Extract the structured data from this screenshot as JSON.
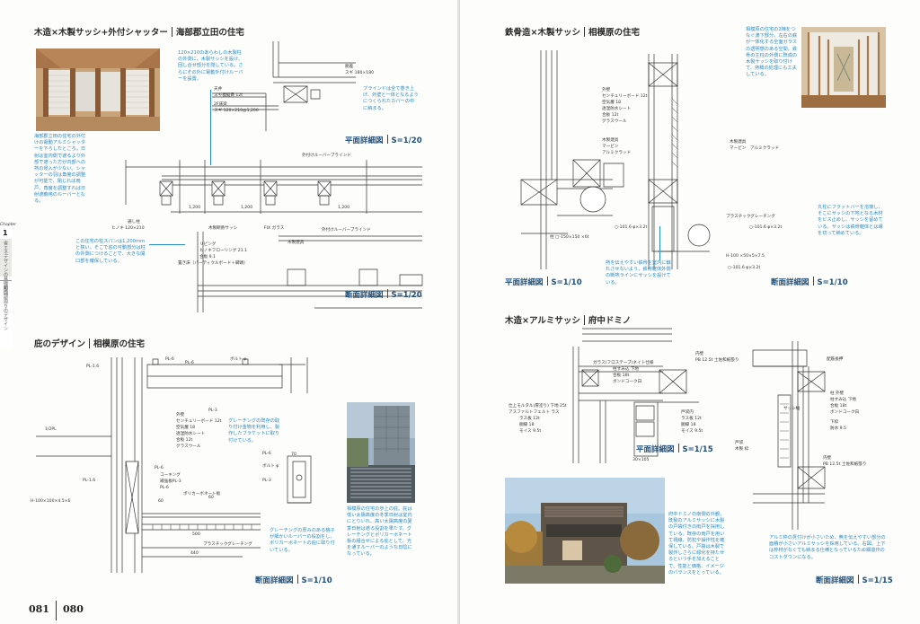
{
  "left_page": {
    "section1": {
      "title_main": "木造×木製サッシ+外付シャッター",
      "title_sub": "海部郡立田の住宅",
      "note_left": "海部郡立田の住宅の外付けの電動アルミシャッターを下ろしたところ。日射は室内側で遮るより外部で遮った方が内部への熱の侵入が少ない。シャッターの羽は角度の調整が可能で、閉じれば雨戸、角度を調整すれば日射遮蔽用のルーバーとなる。",
      "note_top": "120×210のあらわしの木製柱の外側に、木製サッシを設け、回し合せ部分を隠している。さらにその外に電動外付けルーバーを設置。",
      "note_right": "ブラインドは全て巻き上げ、外壁と一体となるようにつくられたカバーの中に納まる。",
      "note_bottom": "この住宅の柱スパンは1,200mmと狭い。そこで窓の可動部分は柱の外側につけることで、大きな開口部を確保している。",
      "caption1_text": "平面詳細図",
      "caption1_scale": "S=1/20",
      "caption2_text": "断面詳細図",
      "caption2_scale": "S=1/20",
      "labels": {
        "l1": "天井",
        "l2": "スギ板縦目 12t",
        "l3": "2F床梁",
        "l4": "スギ 120×210@1,200",
        "l5": "胴差",
        "l6": "スギ 180×180",
        "l7": "外付けルーバーブラインド",
        "l8": "通し柱",
        "l9": "ヒノキ 120×210",
        "l10": "木製断熱サッシ",
        "l11": "FIX ガラス",
        "l12": "1,200",
        "l13": "1,200",
        "l14": "1,200",
        "l15": "木製建具",
        "l16": "外付けルーバーブラインド",
        "l17": "リビング",
        "l18": "ヒノキフローリング 21.1",
        "l19": "合板 9.1",
        "l20": "置き床（パーティクルボード＋脚頭）"
      }
    },
    "section2": {
      "title_main": "庇のデザイン",
      "title_sub": "相模原の住宅",
      "note_mid": "グレーチングの既存の取り付け金物を利用し、製作したブラケットに取り付けている。",
      "note_photo": "相模原の住宅の歩上の庇。庇は低い太陽高度の冬季日射は室内にとりいれ、高い太陽高度の夏季日射は遮る役割を果たす。グレーチングとポリカーボネート板の組合せによる庇として、光を通すルーバーのような日陰になっている。",
      "note_bottom": "グレーチングの厚みのある格子が細かいルーバーの役割をし、ポリカーボネートの庇に取り付いている。",
      "caption_text": "断面詳細図",
      "caption_scale": "S=1/10",
      "labels": {
        "a1": "PL-1.6",
        "a2": "PL-6",
        "a3": "PL-6",
        "a4": "ボルト φ",
        "a5": "外壁",
        "a6": "センチュリーボード 12t",
        "a7": "空気層 18",
        "a8": "透湿防水シート",
        "a9": "合板 12t",
        "a10": "グラスウール",
        "a11": "1/2PL",
        "a12": "PL-3",
        "a13": "PL-1.6",
        "a14": "PL-6",
        "a15": "コーキング",
        "a16": "補強板PL-3",
        "a17": "PL-6",
        "a18": "ポリカーボネート板",
        "a19": "500",
        "a20": "プラスチックグレーチング",
        "a21": "440",
        "a22": "H-100×100×4.5×6",
        "a23": "PL-6",
        "a24": "PL-3",
        "a25": "ボルト φ",
        "a26": "70",
        "a27": "60",
        "a28": "60"
      }
    },
    "chapter_tab": {
      "word": "Chapter",
      "number": "1",
      "v1": "省エネデザインの基礎知識",
      "v2": "開口部周りのデザイン"
    },
    "folio": "081"
  },
  "right_page": {
    "section1": {
      "title_main": "鉄骨造×木製サッシ",
      "title_sub": "相模原の住宅",
      "note_photo": "相模原の住宅の2棟をつなぐ渡下部分。左右の鉄が一体化する全面ガラスの透明感のある空間。鉄骨の主柱の外側に既成の木製サッシを取り付けて、熱橋の処理にも工夫している。",
      "note_bottom": "熱を伝えやすい鉄骨を室内に触れさせないよう、鉄骨躯体外側の断熱ラインにサッシを設けている。",
      "note_right": "丸柱にフラットバーを溶接し、そこにサッシの下地となる木材をビス止めし、サッシを留めている。サッシは鉄骨躯体とは縁を切って納めている。",
      "caption1_text": "平面詳細図",
      "caption1_scale": "S=1/10",
      "caption2_text": "断面詳細図",
      "caption2_scale": "S=1/10",
      "labels": {
        "b1": "外壁",
        "b2": "センチュリーボード 12t",
        "b3": "空気層 18",
        "b4": "透湿防水シート",
        "b5": "合板 12t",
        "b6": "グラスウール",
        "b7": "木製建具",
        "b8": "マービン",
        "b9": "アルミクラッド",
        "b10": "木製建具",
        "b11": "マービン　アルミクラッド",
        "b12": "○-101.6 φ×3.2t",
        "b13": "H-100 ×50×5×7.5",
        "b14": "柱 □-150×150 ×6t",
        "b15": "プラスチックグレーチング",
        "b16": "○-101.6 φ×3.2t",
        "b17": "○-101.6 φ×3.2t"
      }
    },
    "section2": {
      "title_main": "木造×アルミサッシ",
      "title_sub": "府中ドミノ",
      "note_photo": "府中ドミノの南側の外観。既製のアルミサッシに木製の戸袋付きの雨戸を採用している。既存の雨戸を用いて視線、防犯や操作性を確保している。戸袋は木製で製作しさらに緑化を持たせるという手を加えることで、性能と価格、イメージのバランスをとっている。",
      "note_right": "アルミ枠の見付けが小さいため、無を伝えやすい部分の面積が小さいアルミサッシを採用している。右図、上下は枠材がなくても納まる仕様となっているため細造作のコストダウンになる。",
      "caption1_text": "平面詳細図",
      "caption1_scale": "S=1/15",
      "caption2_text": "断面詳細図",
      "caption2_scale": "S=1/15",
      "labels": {
        "c1": "内壁",
        "c2": "PB 12.5t 土佐和紙張り",
        "c3": "ガラス(フロステーブ)ネイト仕様",
        "c4": "柱すみ込 下地",
        "c5": "合板 18t",
        "c6": "ボンドコーク白",
        "c7": "仕上モルタル(厚塗り) 下地 25t",
        "c8": "アスファルトフェルト ラス",
        "c9": "ラス板 12t",
        "c10": "胴縁 18",
        "c11": "モイス 9.5t",
        "c12": "戸袋内",
        "c13": "ラス板 12t",
        "c14": "胴縁 18",
        "c15": "モイス 9.5t",
        "c16": "30×105",
        "c17": "配筋長押",
        "c18": "柱 外壁",
        "c19": "柱すみ込 下地",
        "c20": "合板 18t",
        "c21": "ボンドコーク白",
        "c22": "下枠",
        "c23": "防水 9.5",
        "c24": "内壁",
        "c25": "PB 12.5t 土佐和紙張り",
        "c26": "戸袋",
        "c27": "木製 枠",
        "c28": "サッシ幅"
      }
    },
    "folio": "080"
  }
}
